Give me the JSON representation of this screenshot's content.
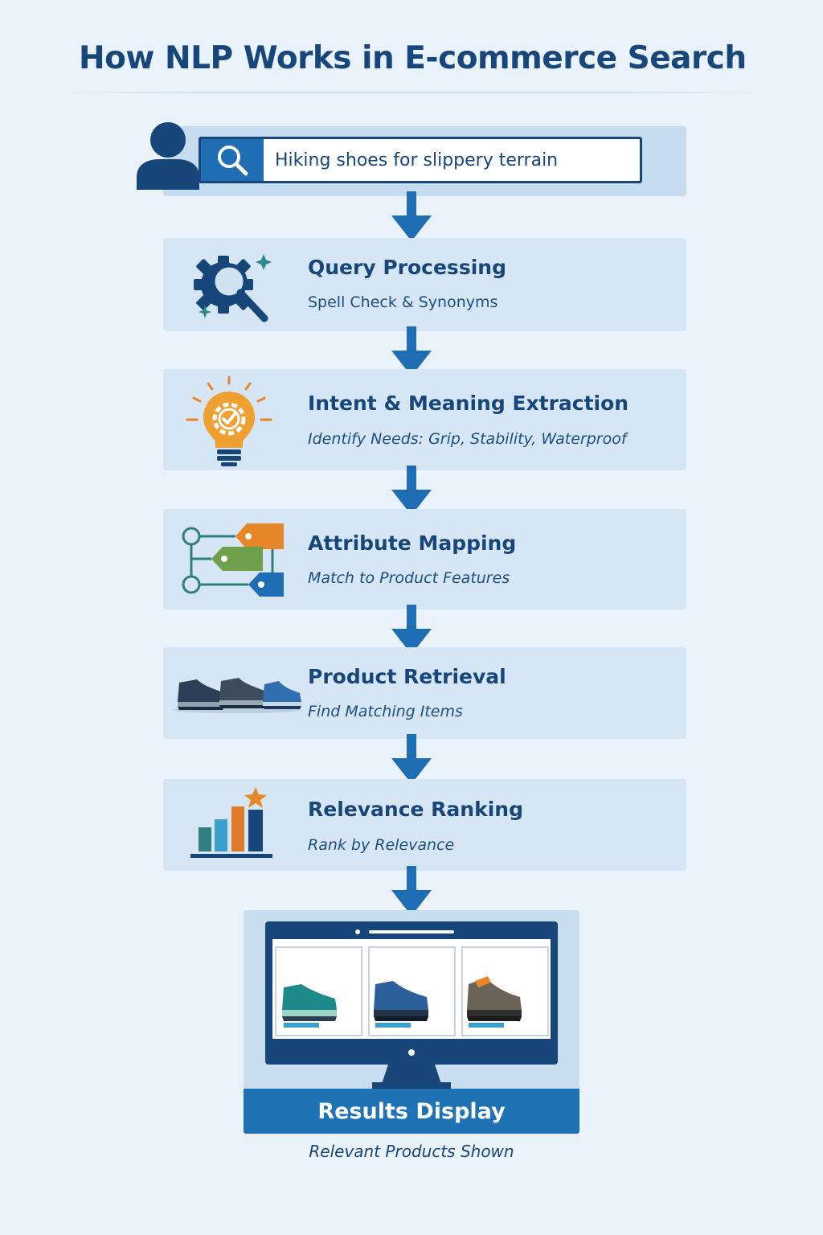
{
  "title": "How NLP Works in E-commerce Search",
  "search": {
    "query": "Hiking shoes for slippery terrain",
    "icon": "search-icon",
    "user_icon": "user-icon"
  },
  "steps": [
    {
      "title": "Query Processing",
      "subtitle": "Spell Check & Synonyms",
      "icon": "gear-magnifier-icon"
    },
    {
      "title": "Intent & Meaning Extraction",
      "subtitle": "Identify Needs: Grip, Stability, Waterproof",
      "icon": "lightbulb-icon"
    },
    {
      "title": "Attribute Mapping",
      "subtitle": "Match to Product Features",
      "icon": "tags-icon"
    },
    {
      "title": "Product Retrieval",
      "subtitle": "Find Matching Items",
      "icon": "shoes-icon"
    },
    {
      "title": "Relevance Ranking",
      "subtitle": "Rank by Relevance",
      "icon": "bar-chart-star-icon"
    }
  ],
  "results": {
    "title": "Results Display",
    "subtitle": "Relevant Products Shown",
    "icon": "monitor-icon"
  },
  "colors": {
    "background": "#eaf3fb",
    "navy": "#17467a",
    "blue": "#1f6db3",
    "panel": "#d6e6f4",
    "orange": "#e8872a",
    "green": "#6f9f4a",
    "teal": "#2f7f80"
  }
}
